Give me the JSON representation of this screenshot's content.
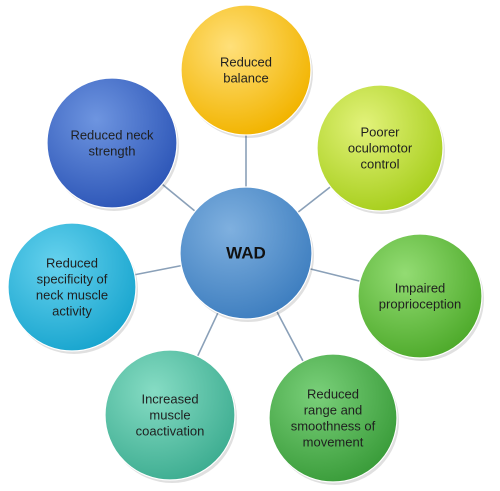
{
  "center": {
    "label_lines": [
      "WAD"
    ],
    "color_light": "#7fb0df",
    "color_dark": "#3f7fc0"
  },
  "nodes": [
    {
      "label_lines": [
        "Reduced",
        "balance"
      ],
      "color_light": "#ffe07a",
      "color_dark": "#f2b400"
    },
    {
      "label_lines": [
        "Poorer",
        "oculomotor",
        "control"
      ],
      "color_light": "#e2f27a",
      "color_dark": "#a8cf1e"
    },
    {
      "label_lines": [
        "Impaired",
        "proprioception"
      ],
      "color_light": "#93dc73",
      "color_dark": "#4fab2c"
    },
    {
      "label_lines": [
        "Reduced",
        "range and",
        "smoothness of",
        "movement"
      ],
      "color_light": "#7ad07a",
      "color_dark": "#3b9d3b"
    },
    {
      "label_lines": [
        "Increased",
        "muscle",
        "coactivation"
      ],
      "color_light": "#86dcc4",
      "color_dark": "#3fae92"
    },
    {
      "label_lines": [
        "Reduced",
        "specificity of",
        "neck muscle",
        "activity"
      ],
      "color_light": "#66d2ee",
      "color_dark": "#1aa6cf"
    },
    {
      "label_lines": [
        "Reduced neck",
        "strength"
      ],
      "color_light": "#6e95e0",
      "color_dark": "#2e57b8"
    }
  ],
  "connector_color": "#8aa0b8"
}
